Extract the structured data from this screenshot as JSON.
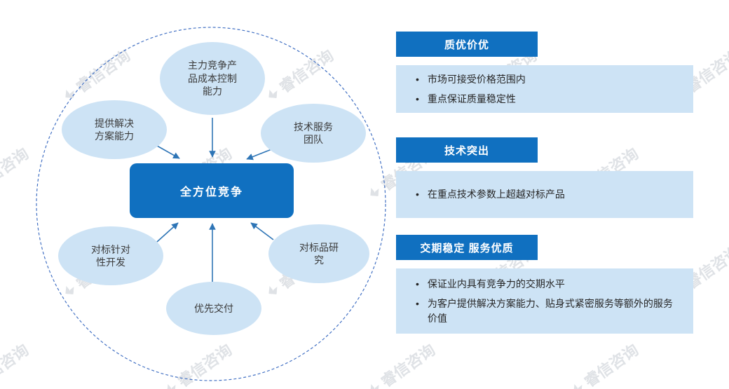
{
  "watermark": {
    "text": "睿信咨询"
  },
  "glyphs": {
    "bullet": "•"
  },
  "diagram": {
    "center_label": "全方位竞争",
    "nodes": {
      "top": "主力竞争产\n品成本控制\n能力",
      "top_left": "提供解决\n方案能力",
      "top_right": "技术服务\n团队",
      "bottom_left": "对标针对\n性开发",
      "bottom_right": "对标品研\n究",
      "bottom": "优先交付"
    }
  },
  "panels": [
    {
      "title": "质优价优",
      "bullets": [
        "市场可接受价格范围内",
        "重点保证质量稳定性"
      ]
    },
    {
      "title": "技术突出",
      "bullets": [
        "在重点技术参数上超越对标产品"
      ]
    },
    {
      "title": "交期稳定 服务优质",
      "bullets": [
        "保证业内具有竞争力的交期水平",
        "为客户提供解决方案能力、贴身式紧密服务等额外的服务价值"
      ]
    }
  ],
  "colors": {
    "primary": "#1070C0",
    "light": "#CDE3F5",
    "arrow": "#2E75B6",
    "circle": "#4472C4",
    "watermark": "#CBD0D6",
    "text": "#3B3B3B"
  }
}
